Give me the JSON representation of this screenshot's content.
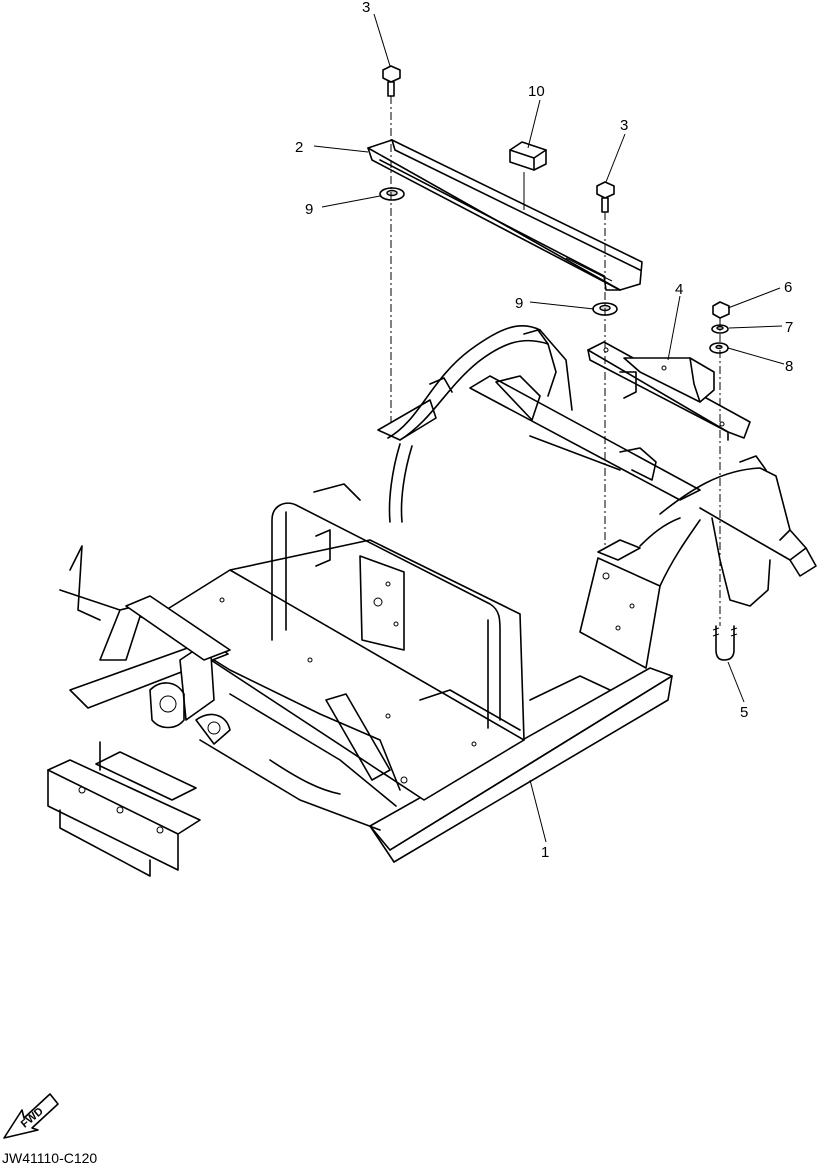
{
  "diagram": {
    "callouts": {
      "c1": "1",
      "c2": "2",
      "c3a": "3",
      "c3b": "3",
      "c4": "4",
      "c5": "5",
      "c6": "6",
      "c7": "7",
      "c8": "8",
      "c9a": "9",
      "c9b": "9",
      "c10": "10"
    },
    "fwd_label": "FWD",
    "code": "JW41110-C120"
  }
}
